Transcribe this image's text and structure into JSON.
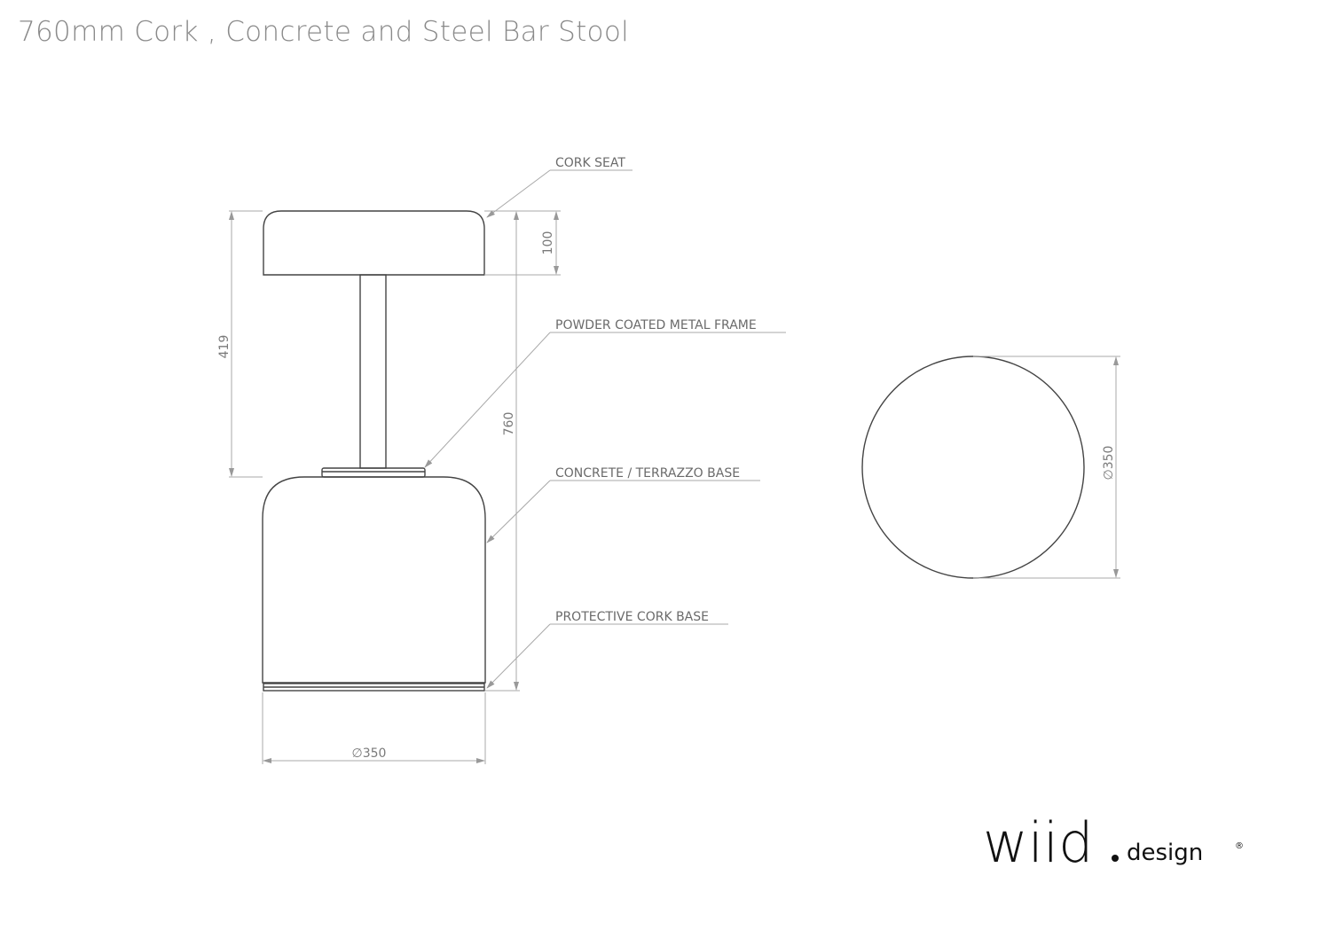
{
  "title": "760mm Cork , Concrete and Steel Bar Stool",
  "callouts": {
    "cork_seat": "CORK SEAT",
    "frame": "POWDER COATED METAL FRAME",
    "base": "CONCRETE / TERRAZZO BASE",
    "cork_base": "PROTECTIVE CORK BASE"
  },
  "dimensions": {
    "seat_to_base": "419",
    "seat_height": "100",
    "total_height": "760",
    "base_diameter": "∅350",
    "top_diameter": "∅350"
  },
  "logo": {
    "main": "wiid",
    "sub": "design",
    "mark": "®"
  }
}
